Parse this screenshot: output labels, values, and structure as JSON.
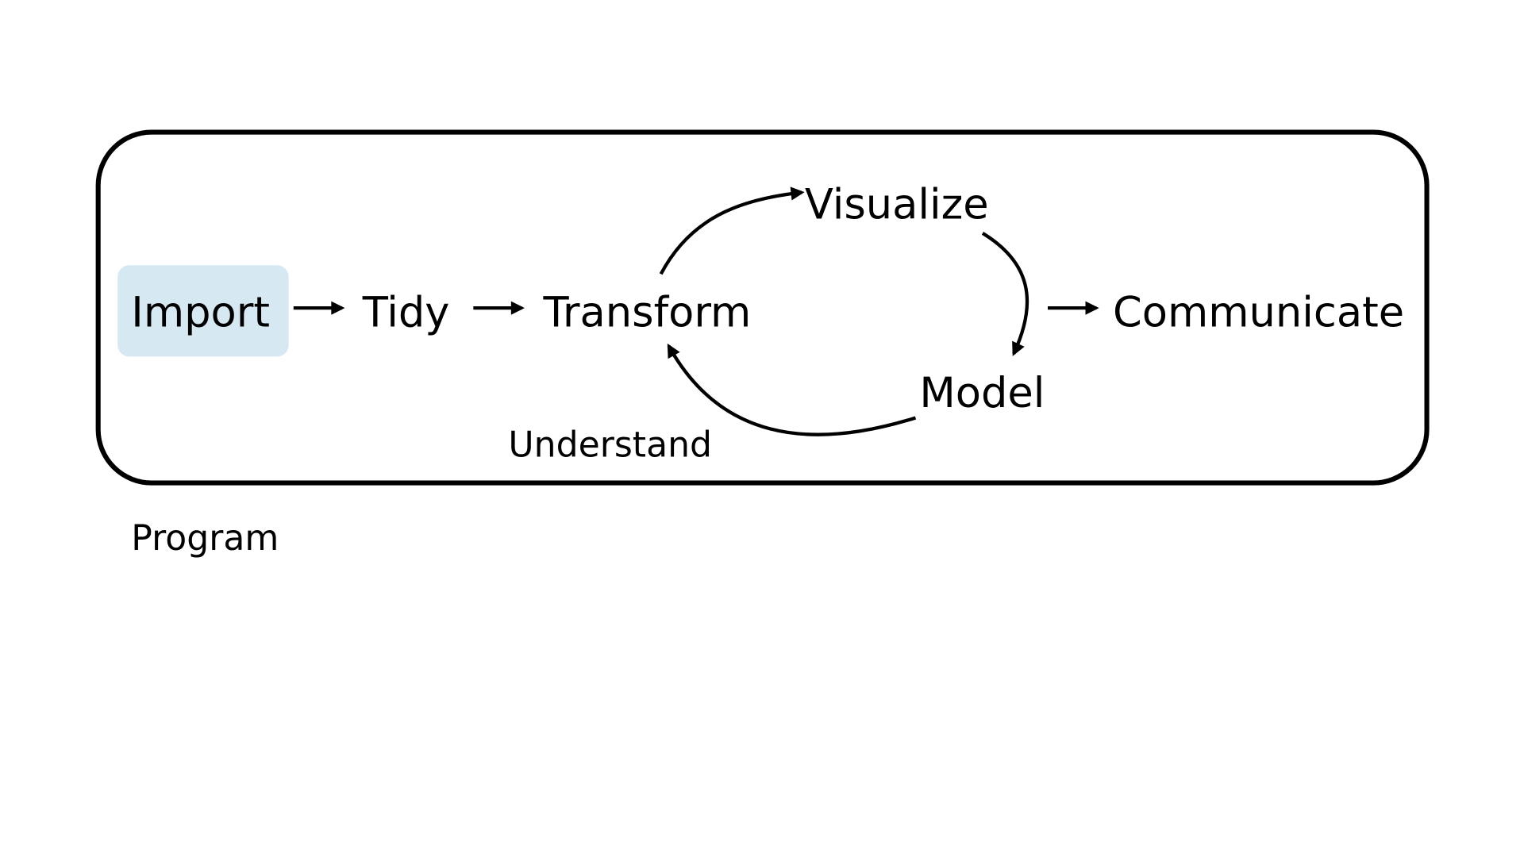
{
  "diagram": {
    "nodes": {
      "import": "Import",
      "tidy": "Tidy",
      "transform": "Transform",
      "visualize": "Visualize",
      "model": "Model",
      "communicate": "Communicate"
    },
    "understand_label": "Understand",
    "program_label": "Program",
    "highlight_color": "#d6e8f2",
    "highlighted_node": "Import"
  }
}
